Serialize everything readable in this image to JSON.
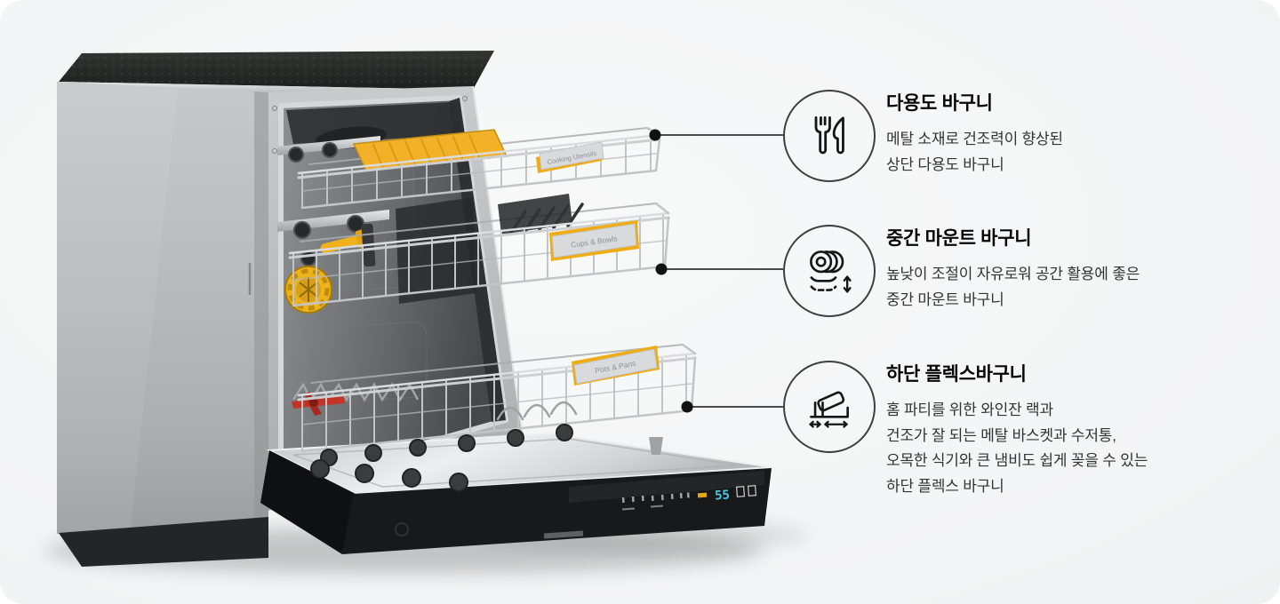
{
  "machine": {
    "name": "dishwasher-open-with-racks",
    "basket_labels": [
      "Cooking Utensils",
      "Cups & Bowls",
      "Pots & Pans"
    ],
    "display_value": "55"
  },
  "colors": {
    "accent_yellow": "#f2b128",
    "display_cyan": "#4cc8e8",
    "connector_black": "#121212",
    "circle_border": "#3d3f41",
    "title_text": "#050505",
    "body_text": "#333333"
  },
  "callouts": [
    {
      "icon": "fork-knife-icon",
      "title": "다용도 바구니",
      "body": "메탈 소재로 건조력이 향상된\n상단 다용도 바구니"
    },
    {
      "icon": "plates-height-adjust-icon",
      "title": "중간 마운트 바구니",
      "body": "높낮이 조절이 자유로워 공간 활용에 좋은\n중간 마운트 바구니"
    },
    {
      "icon": "flex-basket-icon",
      "title": "하단 플렉스바구니",
      "body": "홈 파티를 위한 와인잔 랙과\n건조가 잘 되는 메탈 바스켓과 수저통,\n오목한 식기와 큰 냄비도 쉽게 꽂을 수 있는\n하단 플렉스 바구니"
    }
  ]
}
